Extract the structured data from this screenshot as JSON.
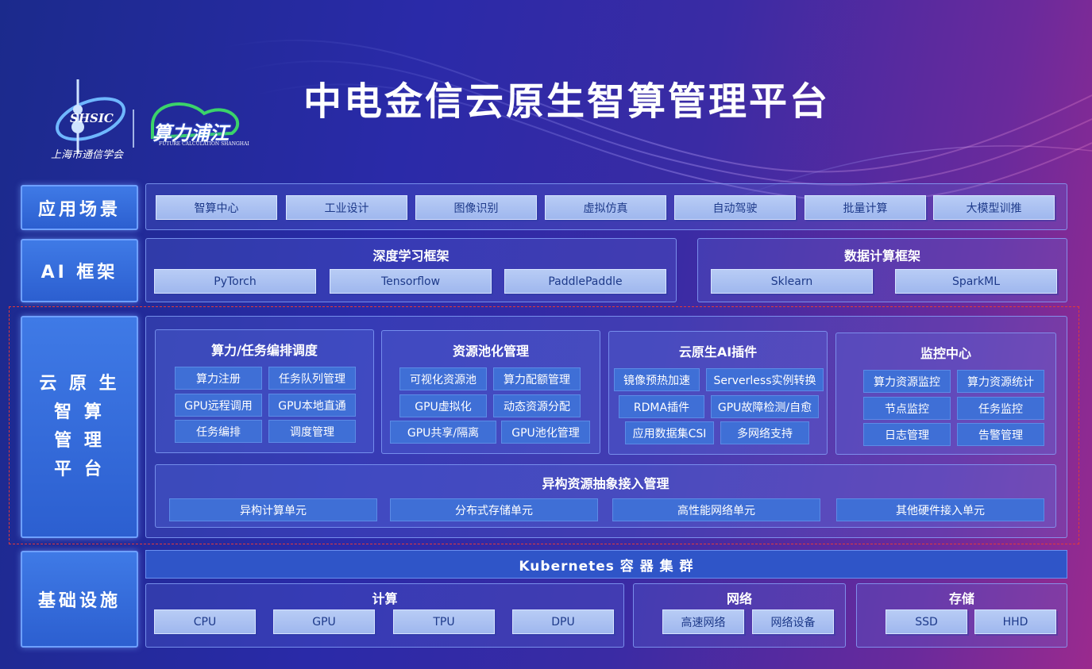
{
  "title": "中电金信云原生智算管理平台",
  "logo": {
    "shsic": "SHSIC",
    "association": "上海市通信学会",
    "brand": "算力浦江",
    "brand_sub": "FUTURE CALCULATION SHANGHAI"
  },
  "layers": {
    "app": {
      "label": "应用场景",
      "items": [
        "智算中心",
        "工业设计",
        "图像识别",
        "虚拟仿真",
        "自动驾驶",
        "批量计算",
        "大模型训推"
      ]
    },
    "ai": {
      "label": "AI 框架",
      "dl": {
        "title": "深度学习框架",
        "items": [
          "PyTorch",
          "Tensorflow",
          "PaddlePaddle"
        ]
      },
      "data": {
        "title": "数据计算框架",
        "items": [
          "Sklearn",
          "SparkML"
        ]
      }
    },
    "platform": {
      "label": [
        "云 原 生",
        "智 算",
        "管 理",
        "平 台"
      ],
      "sched": {
        "title": "算力/任务编排调度",
        "items": [
          "算力注册",
          "任务队列管理",
          "GPU远程调用",
          "GPU本地直通",
          "任务编排",
          "调度管理"
        ]
      },
      "pool": {
        "title": "资源池化管理",
        "items": [
          "可视化资源池",
          "算力配额管理",
          "GPU虚拟化",
          "动态资源分配",
          "GPU共享/隔离",
          "GPU池化管理"
        ]
      },
      "plugin": {
        "title": "云原生AI插件",
        "items": [
          "镜像预热加速",
          "Serverless实例转换",
          "RDMA插件",
          "GPU故障检测/自愈",
          "应用数据集CSI",
          "多网络支持"
        ]
      },
      "monitor": {
        "title": "监控中心",
        "items": [
          "算力资源监控",
          "算力资源统计",
          "节点监控",
          "任务监控",
          "日志管理",
          "告警管理"
        ]
      },
      "hetero": {
        "title": "异构资源抽象接入管理",
        "items": [
          "异构计算单元",
          "分布式存储单元",
          "高性能网络单元",
          "其他硬件接入单元"
        ]
      }
    },
    "infra": {
      "label": "基础设施",
      "k8s": "Kubernetes 容 器 集 群",
      "compute": {
        "title": "计算",
        "items": [
          "CPU",
          "GPU",
          "TPU",
          "DPU"
        ]
      },
      "network": {
        "title": "网络",
        "items": [
          "高速网络",
          "网络设备"
        ]
      },
      "storage": {
        "title": "存储",
        "items": [
          "SSD",
          "HHD"
        ]
      }
    }
  }
}
